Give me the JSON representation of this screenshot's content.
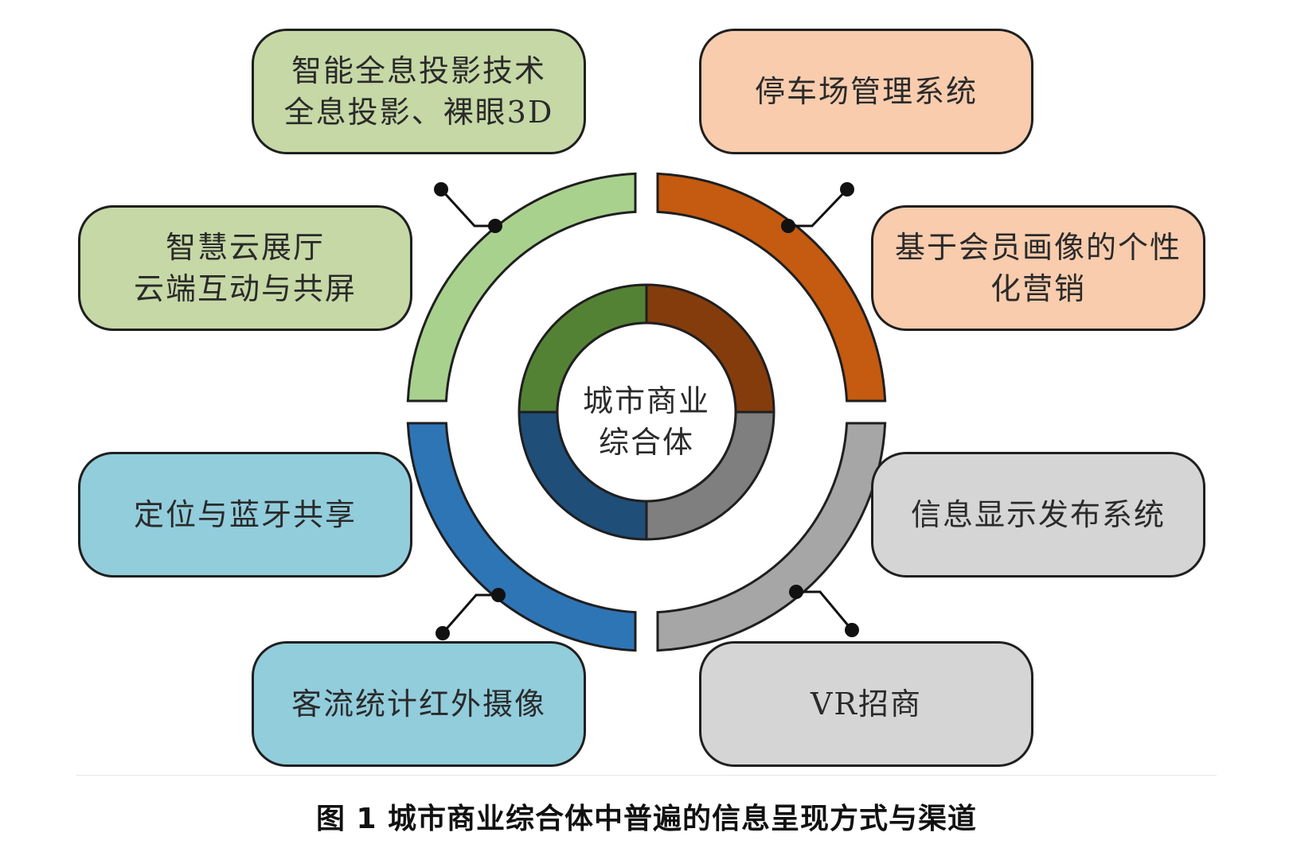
{
  "center": {
    "line1": "城市商业",
    "line2": "综合体"
  },
  "boxes": {
    "top_left": {
      "line1": "智能全息投影技术",
      "line2": "全息投影、裸眼3D"
    },
    "top_right": {
      "line1": "停车场管理系统"
    },
    "mid_left": {
      "line1": "智慧云展厅",
      "line2": "云端互动与共屏"
    },
    "mid_right": {
      "line1": "基于会员画像的个性",
      "line2": "化营销"
    },
    "low_left": {
      "line1": "定位与蓝牙共享"
    },
    "low_right": {
      "line1": "信息显示发布系统"
    },
    "bottom_left": {
      "line1": "客流统计红外摄像"
    },
    "bottom_right": {
      "line1": "VR招商"
    }
  },
  "caption": "图 1  城市商业综合体中普遍的信息呈现方式与渠道",
  "colors": {
    "green_outer": "#a9d18e",
    "green_inner": "#548235",
    "orange_outer": "#c55a11",
    "orange_inner": "#843c0c",
    "blue_outer": "#2e75b6",
    "blue_inner": "#1f4e79",
    "gray_outer": "#a6a6a6",
    "gray_inner": "#7f7f7f"
  }
}
